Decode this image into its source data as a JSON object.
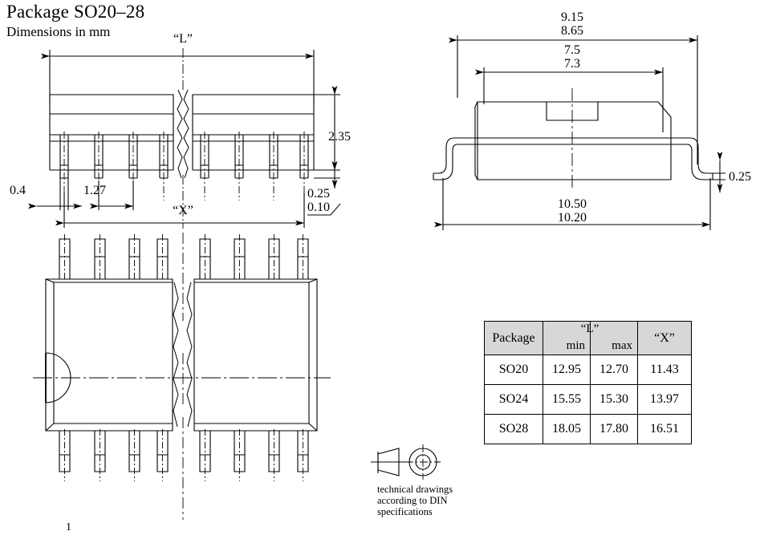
{
  "title": "Package SO20–28",
  "subtitle": "Dimensions in mm",
  "front_view": {
    "label_L": "“L”",
    "label_X": "“X”",
    "pin_pitch": "1.27",
    "lead_width": "0.4",
    "body_height": "2.35",
    "stand_off_max": "0.25",
    "stand_off_min": "0.10"
  },
  "end_view": {
    "total_width_max": "9.15",
    "total_width_min": "8.65",
    "body_width_max": "7.5",
    "body_width_min": "7.3",
    "span_max": "10.50",
    "span_min": "10.20",
    "foot_length": "0.25"
  },
  "plan_view": {
    "pin_one_label": "1"
  },
  "din_note": {
    "line1": "technical drawings",
    "line2": "according to DIN",
    "line3": "specifications",
    "symbol": "first-angle-projection-symbol"
  },
  "table": {
    "headers": {
      "package": "Package",
      "L": "“L”",
      "min": "min",
      "max": "max",
      "X": "“X”"
    },
    "rows": [
      {
        "package": "SO20",
        "L_min": "12.95",
        "L_max": "12.70",
        "X": "11.43"
      },
      {
        "package": "SO24",
        "L_min": "15.55",
        "L_max": "15.30",
        "X": "13.97"
      },
      {
        "package": "SO28",
        "L_min": "18.05",
        "L_max": "17.80",
        "X": "16.51"
      }
    ]
  },
  "colors": {
    "line": "#000000",
    "header_fill": "#d7d7d7",
    "background": "#ffffff"
  }
}
